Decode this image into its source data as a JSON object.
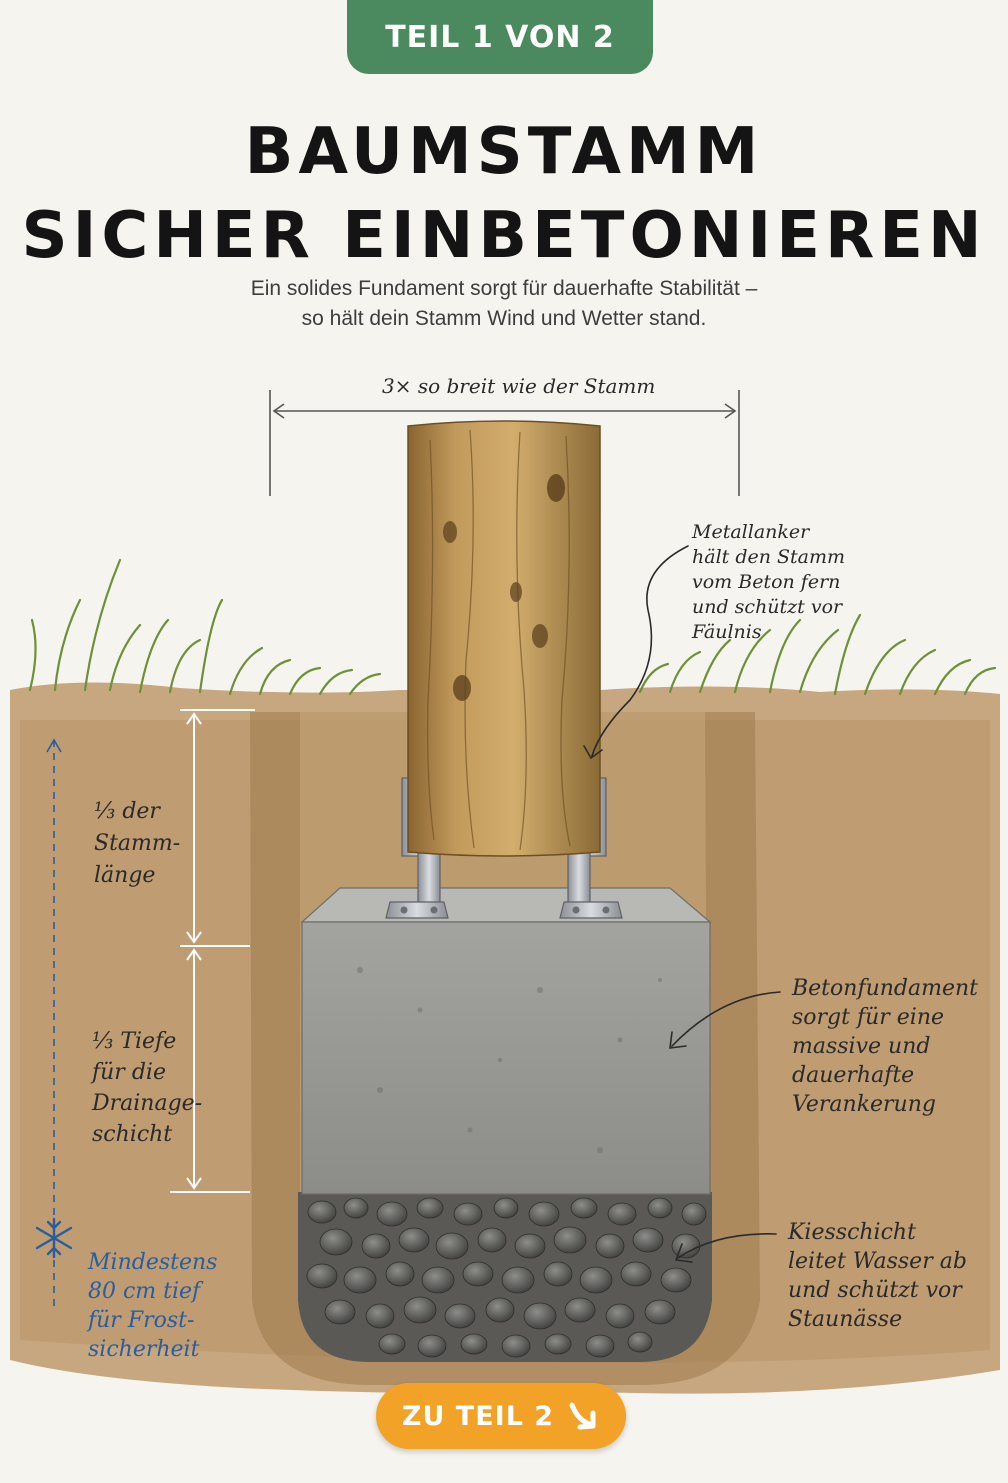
{
  "header": {
    "badge": "TEIL 1 VON 2",
    "title_line1": "BAUMSTAMM",
    "title_line2": "SICHER EINBETONIEREN",
    "subtitle_line1": "Ein solides Fundament sorgt für dauerhafte Stabilität –",
    "subtitle_line2": "so hält dein Stamm Wind und Wetter stand."
  },
  "labels": {
    "width": "3× so breit wie der Stamm",
    "anchor": "Metallanker\nhält den Stamm\nvom Beton fern\nund schützt vor\nFäulnis",
    "depth_third": "⅓ der\nStamm-\nlänge",
    "drainage_third": "⅓ Tiefe\nfür die\nDrainage-\nschicht",
    "concrete": "Betonfundament\nsorgt für eine\nmassive und\ndauerhafte\nVerankerung",
    "gravel": "Kiesschicht\nleitet Wasser ab\nund schützt vor\nStaunässe",
    "frost": "Mindestens\n80 cm tief\nfür Frost-\nsicherheit"
  },
  "icons": {
    "frost": "snowflake-icon",
    "next": "arrow-down-right-icon"
  },
  "footer": {
    "next_label": "ZU TEIL 2"
  },
  "colors": {
    "badge": "#4a8a5e",
    "button": "#f2a227",
    "frost_text": "#2a5d9e",
    "soil": "#b89467",
    "concrete": "#9c9c98",
    "wood": "#b88f52"
  }
}
